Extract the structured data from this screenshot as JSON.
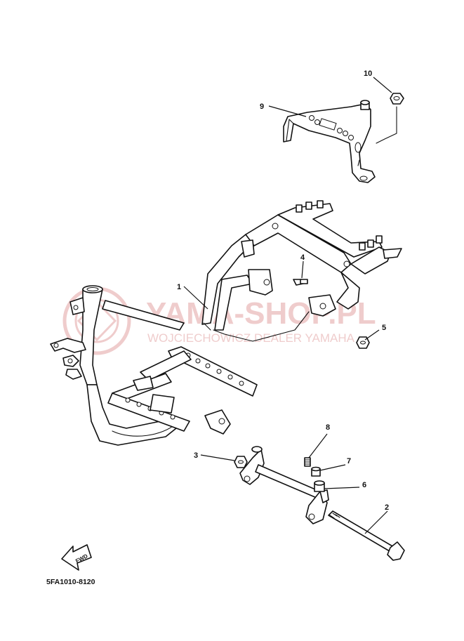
{
  "watermark": {
    "title": "YAMA-SHOP.PL",
    "subtitle": "WOJCIECHOWICZ DEALER YAMAHA",
    "color": "#e2a3a3"
  },
  "diagram_code": "5FA1010-8120",
  "fwd_label": "FWD",
  "callouts": [
    {
      "id": "1",
      "label": "1"
    },
    {
      "id": "2",
      "label": "2"
    },
    {
      "id": "3",
      "label": "3"
    },
    {
      "id": "4",
      "label": "4"
    },
    {
      "id": "5",
      "label": "5"
    },
    {
      "id": "6",
      "label": "6"
    },
    {
      "id": "7",
      "label": "7"
    },
    {
      "id": "8",
      "label": "8"
    },
    {
      "id": "9",
      "label": "9"
    },
    {
      "id": "10",
      "label": "10"
    }
  ]
}
